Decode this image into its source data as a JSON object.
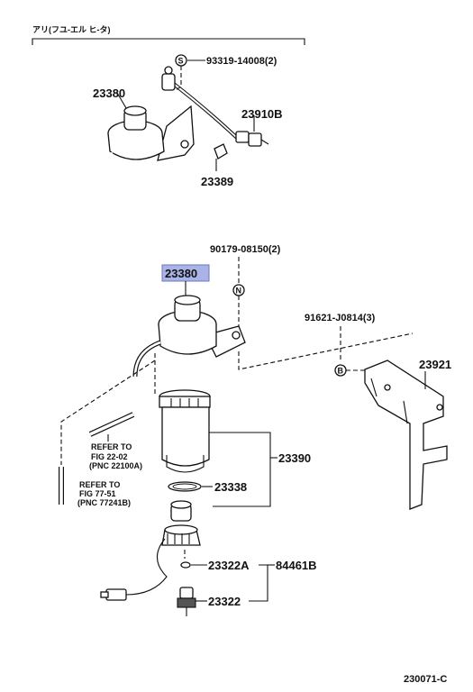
{
  "header": {
    "title": "アリ(フユ-エル ヒ-タ)"
  },
  "callouts": {
    "c_93319": "93319-14008(2)",
    "c_23380_top": "23380",
    "c_23910B": "23910B",
    "c_23389": "23389",
    "c_90179": "90179-08150(2)",
    "c_23380_sel": "23380",
    "c_91621": "91621-J0814(3)",
    "c_23921": "23921",
    "c_23390": "23390",
    "c_23338": "23338",
    "c_23322A": "23322A",
    "c_84461B": "84461B",
    "c_23322": "23322"
  },
  "markers": {
    "s": "S",
    "n": "N",
    "b": "B"
  },
  "refs": {
    "r1_line1": "REFER TO",
    "r1_line2": "FIG 22-02",
    "r1_line3": "(PNC 22100A)",
    "r2_line1": "REFER TO",
    "r2_line2": "FIG 77-51",
    "r2_line3": "(PNC 77241B)"
  },
  "footer": {
    "code": "230071-C"
  },
  "colors": {
    "highlight": "#a9b3e6",
    "ink": "#111111"
  }
}
